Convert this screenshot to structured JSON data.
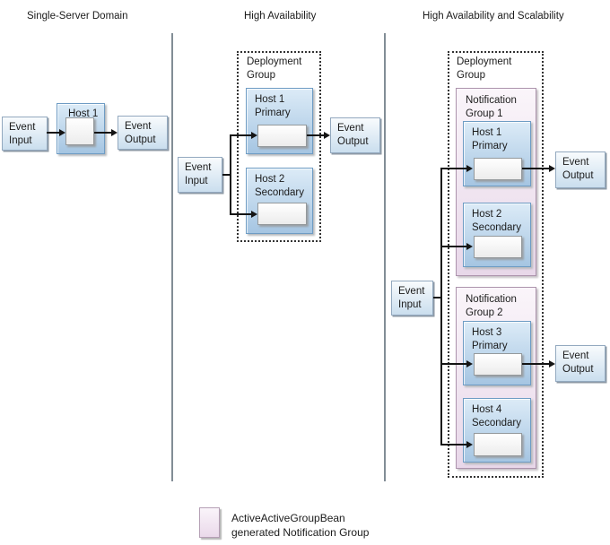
{
  "colors": {
    "host_box_top": "#dcebf7",
    "host_box_bottom": "#a5c5e2",
    "host_box_border": "#6e9cc4",
    "event_box_top": "#f8fbfd",
    "event_box_bottom": "#cadeee",
    "event_box_border": "#93a9bf",
    "notification_group_top": "#faf5fa",
    "notification_group_bottom": "#e8d7e9",
    "notification_group_border": "#ac93ac",
    "dashed_border": "#333333",
    "divider": "#828d96",
    "arrow": "#141414"
  },
  "panels": [
    {
      "title": "Single-Server Domain",
      "event_input": "Event\nInput",
      "host": "Host 1",
      "event_output": "Event\nOutput"
    },
    {
      "title": "High Availability",
      "group_label": "Deployment\nGroup",
      "event_input": "Event\nInput",
      "event_output": "Event\nOutput",
      "hosts": [
        "Host 1\nPrimary",
        "Host 2\nSecondary"
      ]
    },
    {
      "title": "High Availability and Scalability",
      "group_label": "Deployment\nGroup",
      "event_input": "Event\nInput",
      "notification_groups": [
        {
          "label": "Notification\nGroup 1",
          "hosts": [
            "Host 1\nPrimary",
            "Host 2\nSecondary"
          ],
          "event_output": "Event\nOutput"
        },
        {
          "label": "Notification\nGroup 2",
          "hosts": [
            "Host 3\nPrimary",
            "Host 4\nSecondary"
          ],
          "event_output": "Event\nOutput"
        }
      ]
    }
  ],
  "legend": {
    "label": "ActiveActiveGroupBean\ngenerated Notification Group"
  }
}
